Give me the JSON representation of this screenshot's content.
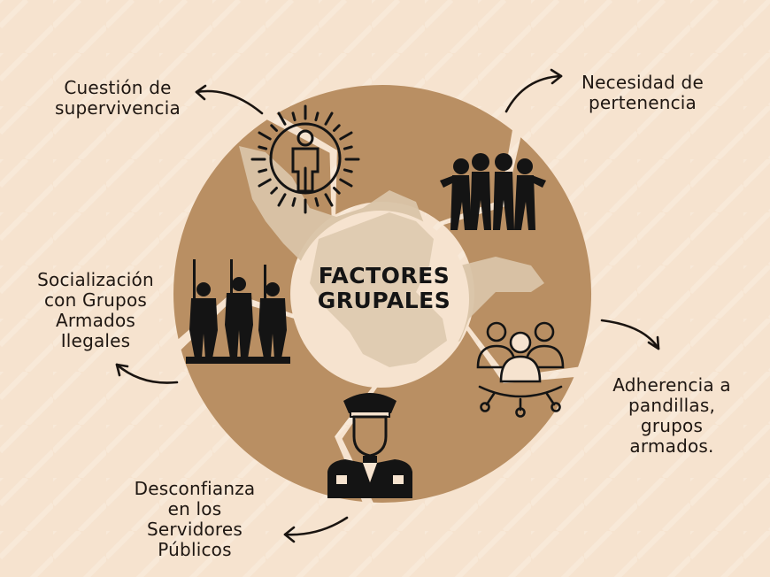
{
  "center": {
    "title": "FACTORES\nGRUPALES"
  },
  "factors": [
    {
      "id": "supervivencia",
      "label": "Cuestión de\nsupervivencia",
      "icon": "person-radiating-icon"
    },
    {
      "id": "pertenencia",
      "label": "Necesidad de\npertenencia",
      "icon": "group-hug-icon"
    },
    {
      "id": "adherencia",
      "label": "Adherencia a\npandillas,\ngrupos\narmados.",
      "icon": "network-group-icon"
    },
    {
      "id": "desconfianza",
      "label": "Desconfianza\nen los\nServidores\nPúblicos",
      "icon": "police-officer-icon"
    },
    {
      "id": "socializacion",
      "label": "Socialización\ncon Grupos\nArmados\nIlegales",
      "icon": "armed-soldiers-icon"
    }
  ],
  "colors": {
    "background": "#f6e3cf",
    "segment": "#b98f63",
    "center": "#f6e3cf",
    "map": "#d9c4a8",
    "icon": "#141414",
    "text": "#1f1712"
  }
}
